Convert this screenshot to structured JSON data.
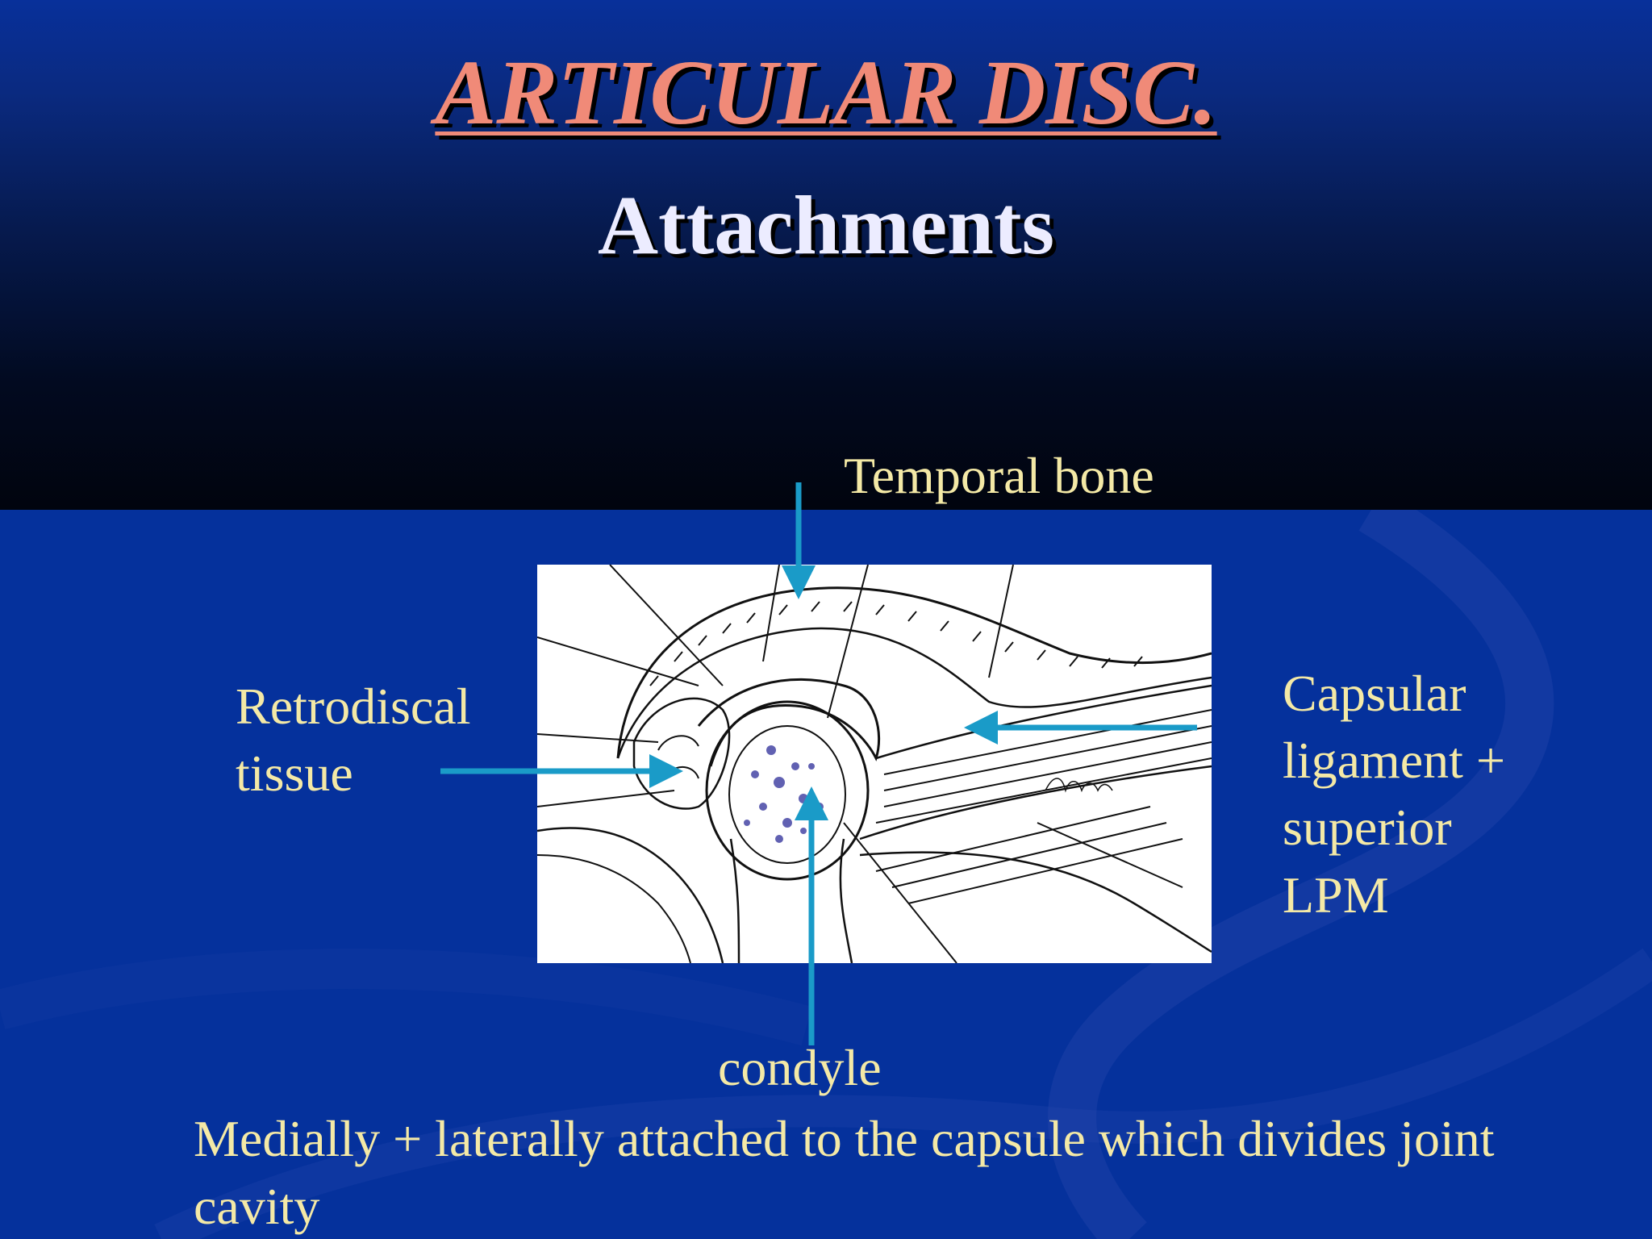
{
  "slide": {
    "title": "ARTICULAR DISC.",
    "subtitle": "Attachments"
  },
  "labels": {
    "temporal_bone": "Temporal bone",
    "retrodiscal_line1": "Retrodiscal",
    "retrodiscal_line2": "tissue",
    "capsular_line1": "Capsular",
    "capsular_line2": "ligament +",
    "capsular_line3": "superior",
    "capsular_line4": "LPM",
    "condyle": "condyle"
  },
  "caption": "Medially + laterally attached to the capsule which divides joint cavity",
  "colors": {
    "title": "#f08a78",
    "subtitle": "#ececff",
    "label_text": "#f4e9a6",
    "arrow": "#1a9bc8",
    "background": "#05319c"
  }
}
